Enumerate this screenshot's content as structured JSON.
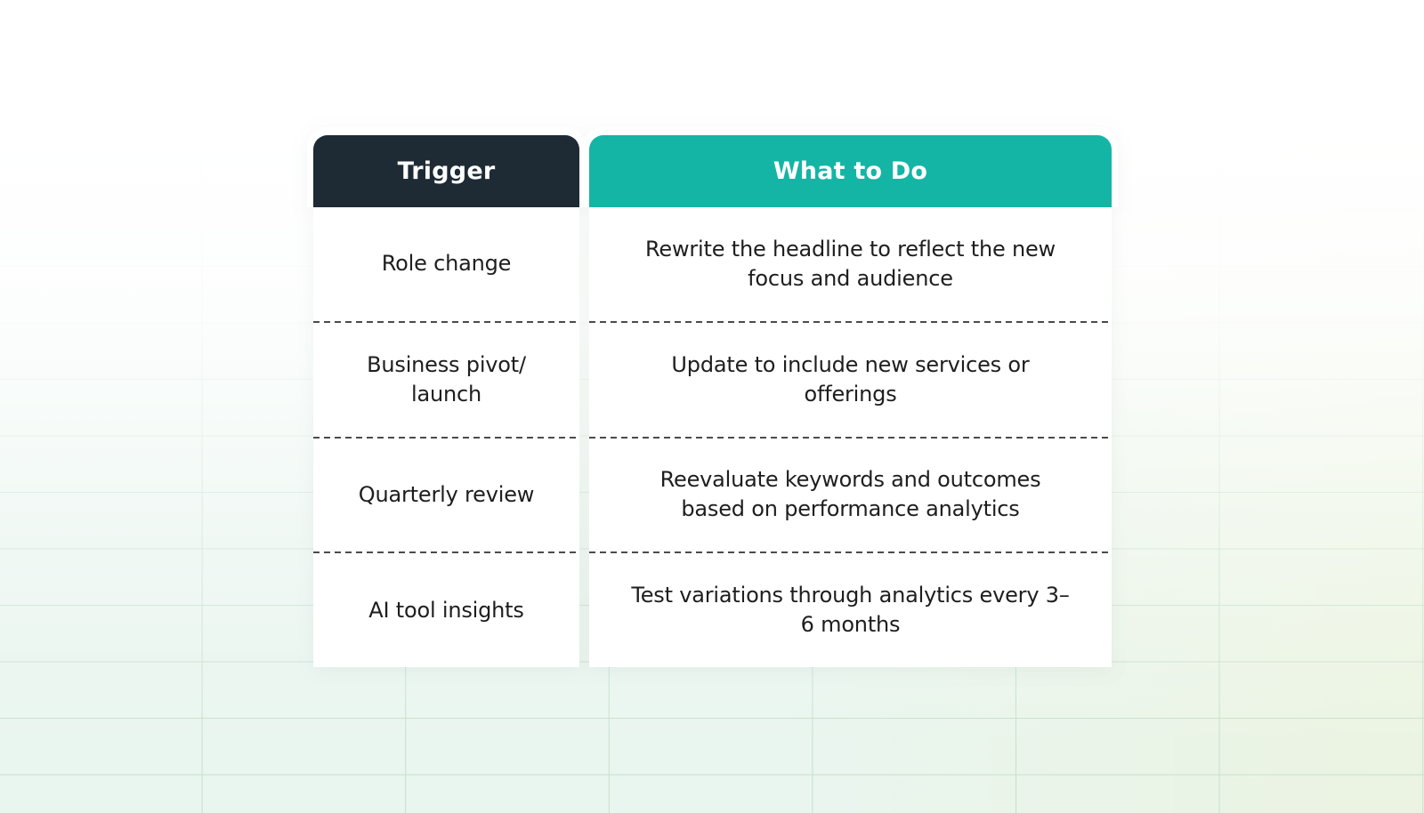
{
  "page": {
    "background": {
      "top_color": "#ffffff",
      "bottom_color": "#e9f5ef",
      "grid_line_color": "#c6e0cd"
    }
  },
  "table": {
    "columns": [
      {
        "header": {
          "label": "Trigger",
          "bg": "#1e2b35",
          "text_color": "#ffffff"
        },
        "cells": [
          "Role change",
          "Business pivot/\nlaunch",
          "Quarterly review",
          "AI tool insights"
        ]
      },
      {
        "header": {
          "label": "What to Do",
          "bg": "#15b5a5",
          "text_color": "#ffffff"
        },
        "cells": [
          "Rewrite the headline to reflect the new\nfocus and audience",
          "Update to include new services or\nofferings",
          "Reevaluate keywords and outcomes\nbased on performance analytics",
          "Test variations through analytics every 3–\n6 months"
        ]
      }
    ]
  },
  "chart_data": {
    "type": "table",
    "columns": [
      "Trigger",
      "What to Do"
    ],
    "rows": [
      [
        "Role change",
        "Rewrite the headline to reflect the new focus and audience"
      ],
      [
        "Business pivot/launch",
        "Update to include new services or offerings"
      ],
      [
        "Quarterly review",
        "Reevaluate keywords and outcomes based on performance analytics"
      ],
      [
        "AI tool insights",
        "Test variations through analytics every 3–6 months"
      ]
    ]
  }
}
